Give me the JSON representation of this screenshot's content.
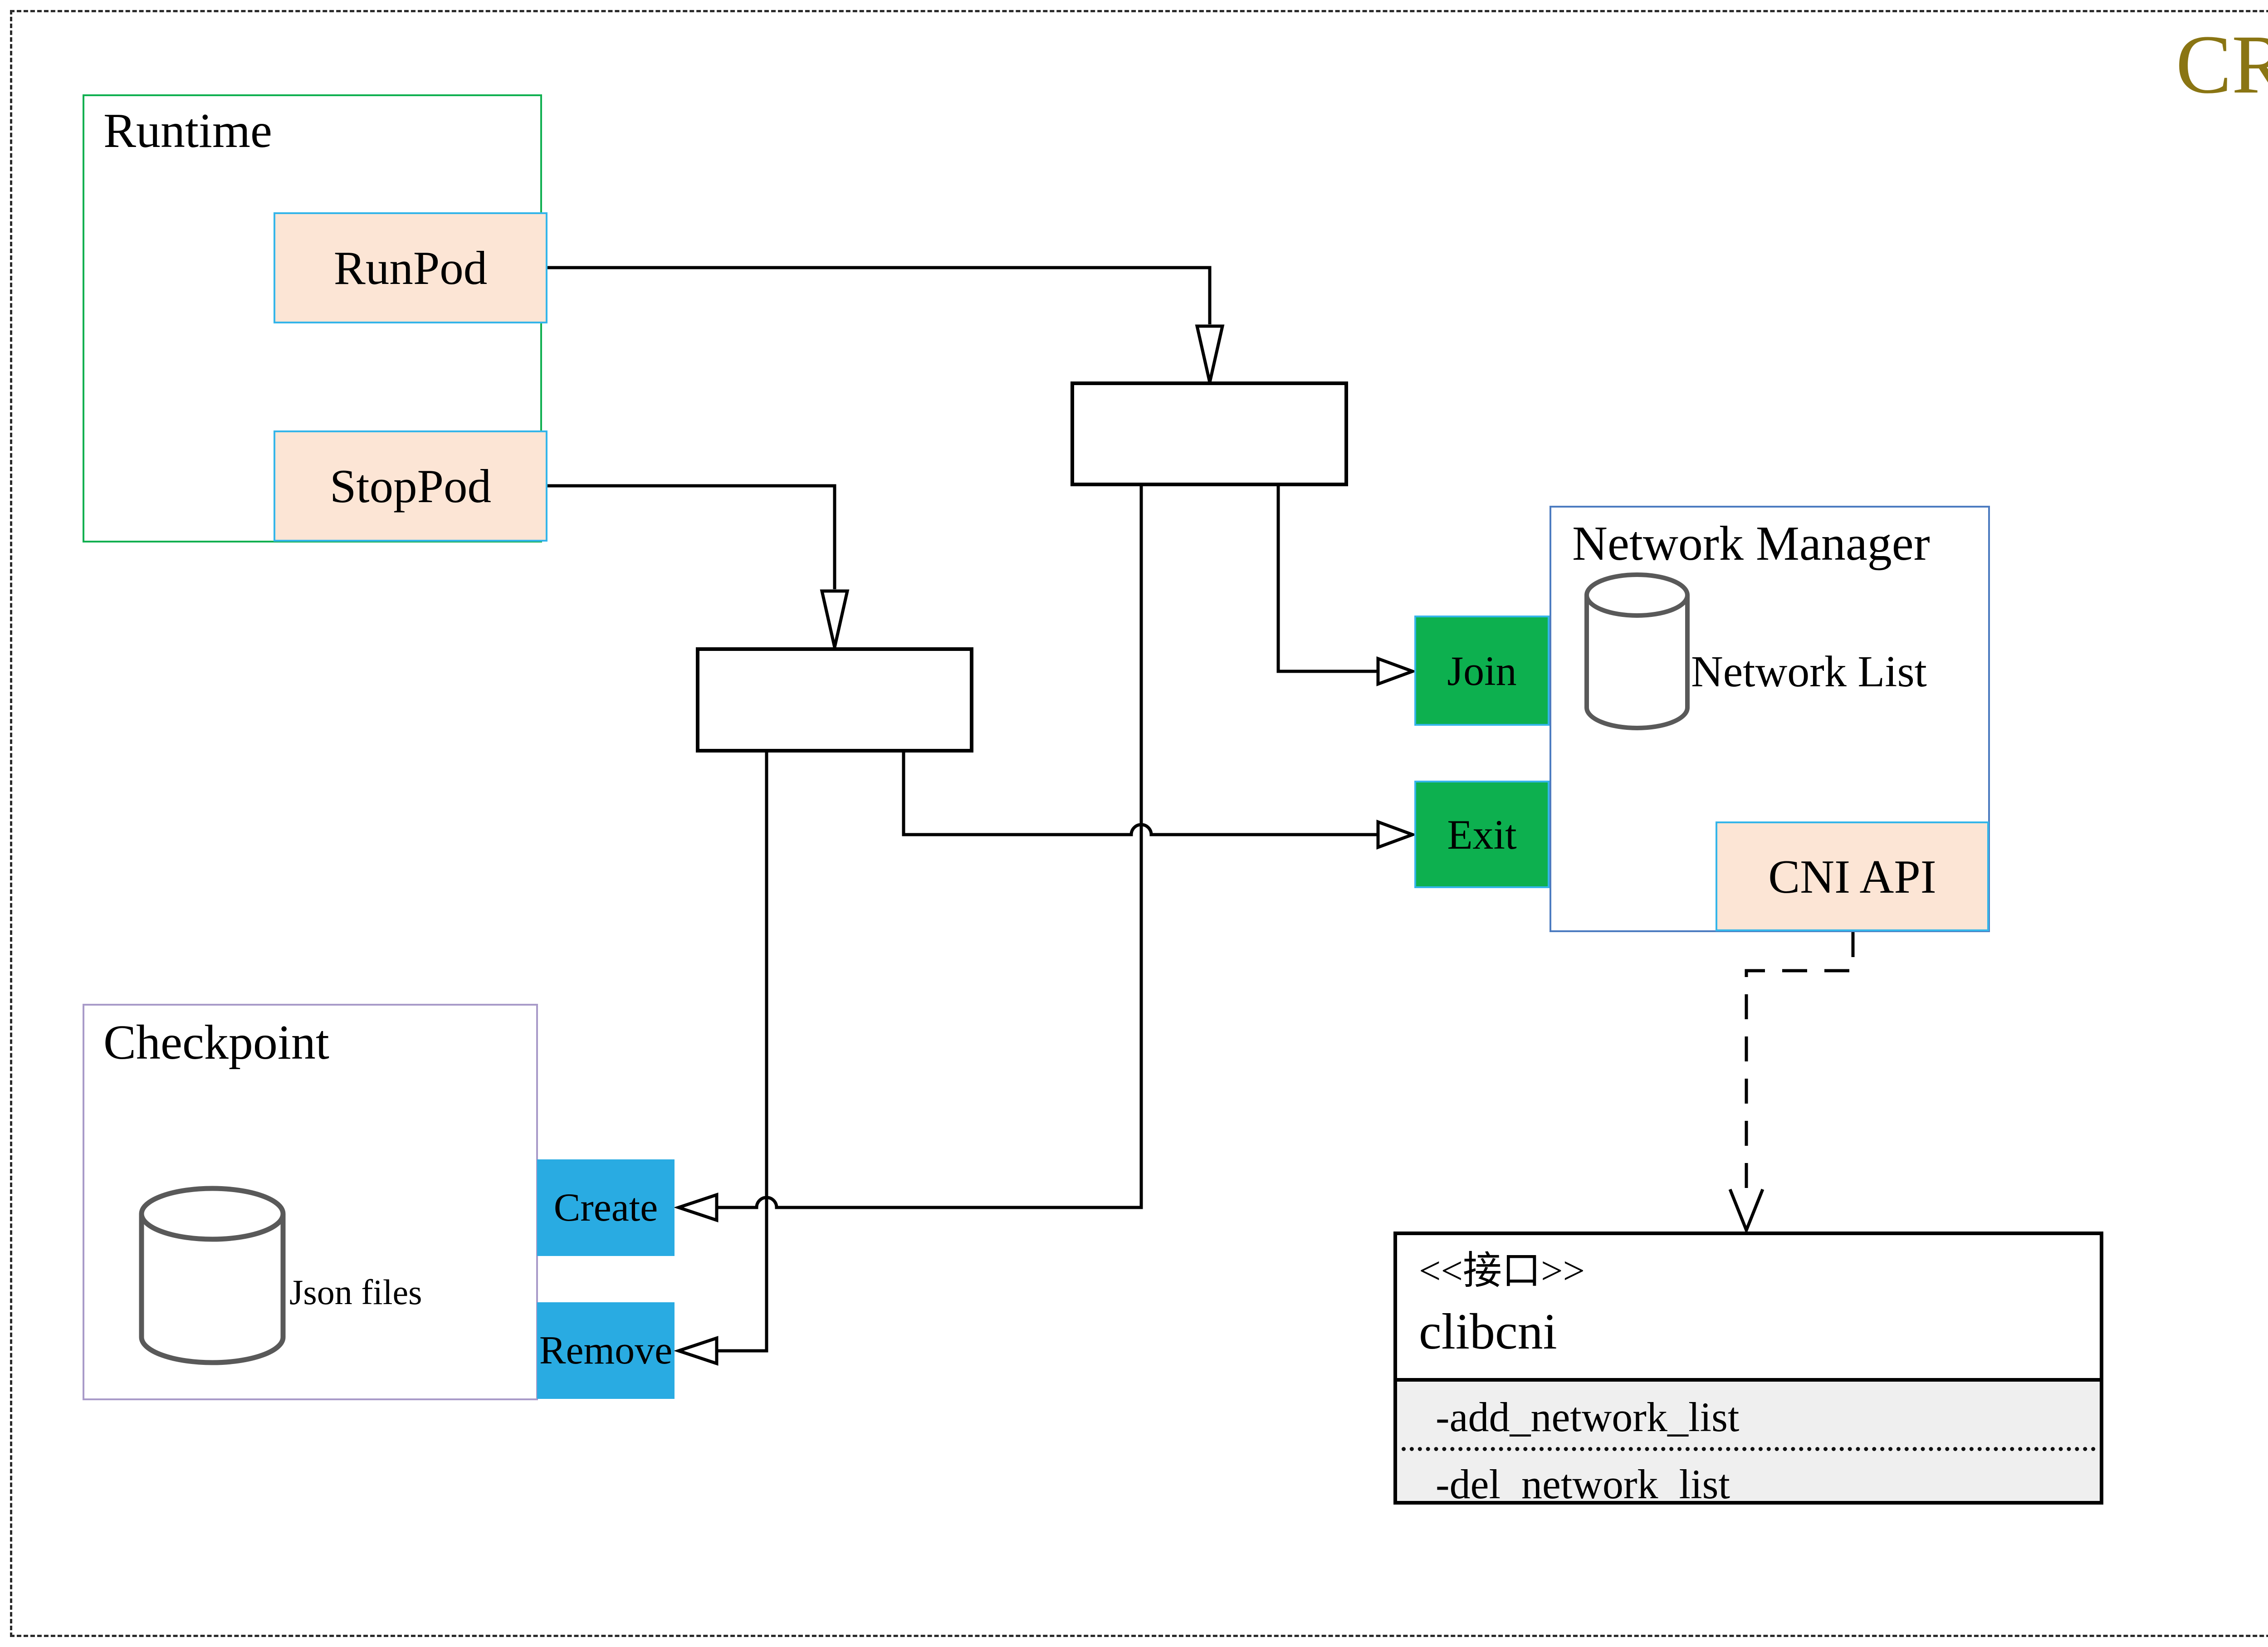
{
  "page": {
    "title": "CRI",
    "title_color": "#8a7513"
  },
  "runtime": {
    "label": "Runtime",
    "run_pod": "RunPod",
    "stop_pod": "StopPod"
  },
  "network_manager": {
    "label": "Network Manager",
    "join": "Join",
    "exit": "Exit",
    "network_list": "Network List",
    "cni_api": "CNI API"
  },
  "checkpoint": {
    "label": "Checkpoint",
    "json_files": "Json files",
    "create": "Create",
    "remove": "Remove"
  },
  "clibcni": {
    "stereotype": "<<接口>>",
    "name": "clibcni",
    "methods": [
      "-add_network_list",
      "-del_network_list"
    ]
  },
  "colors": {
    "title_gold": "#8a7513",
    "runtime_border_green": "#10b051",
    "network_manager_border_blue": "#4d7cc0",
    "checkpoint_border_purple": "#a99bc9",
    "node_border_cyan": "#35b5e9",
    "peach_fill": "#fce5d5",
    "green_fill": "#0db04f",
    "blue_fill": "#29abe2",
    "attr_section_gray": "#efefef",
    "cylinder_stroke_gray": "#595959",
    "connector_black": "#000000"
  }
}
